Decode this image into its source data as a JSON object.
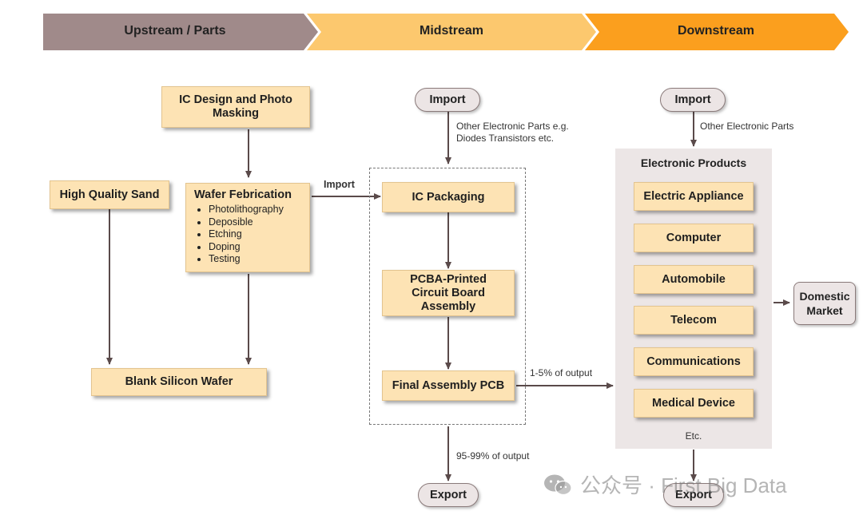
{
  "stages": [
    "Upstream / Parts",
    "Midstream",
    "Downstream"
  ],
  "colors": {
    "upstream_banner": "#a08a8a",
    "midstream_banner": "#fcc86e",
    "downstream_banner": "#fb9f1e",
    "box_fill": "#fde3b4",
    "pill_fill": "#ece5e5",
    "panel_fill": "#ece6e6",
    "arrow": "#5a4a4a"
  },
  "upstream": {
    "ic_design": "IC Design and Photo Masking",
    "sand": "High Quality Sand",
    "wafer_title": "Wafer Febrication",
    "wafer_steps": [
      "Photolithography",
      "Deposible",
      "Etching",
      "Doping",
      "Testing"
    ],
    "blank_wafer": "Blank Silicon Wafer"
  },
  "midstream": {
    "import_pill": "Import",
    "import_note_lines": [
      "Other Electronic Parts e.g.",
      "Diodes Transistors etc."
    ],
    "import_arrow_label": "Import",
    "ic_packaging": "IC Packaging",
    "pcba": "PCBA-Printed Circuit Board Assembly",
    "final_assembly": "Final Assembly PCB",
    "output_domestic_label": "1-5% of output",
    "output_export_label": "95-99% of output",
    "export_pill": "Export"
  },
  "downstream": {
    "import_pill": "Import",
    "import_note": "Other Electronic Parts",
    "panel_title": "Electronic Products",
    "products": [
      "Electric Appliance",
      "Computer",
      "Automobile",
      "Telecom",
      "Communications",
      "Medical Device"
    ],
    "etc": "Etc.",
    "export_pill": "Export",
    "market": "Domestic Market"
  },
  "watermark": {
    "icon": "wechat-icon",
    "text": "公众号 · First Big Data"
  }
}
